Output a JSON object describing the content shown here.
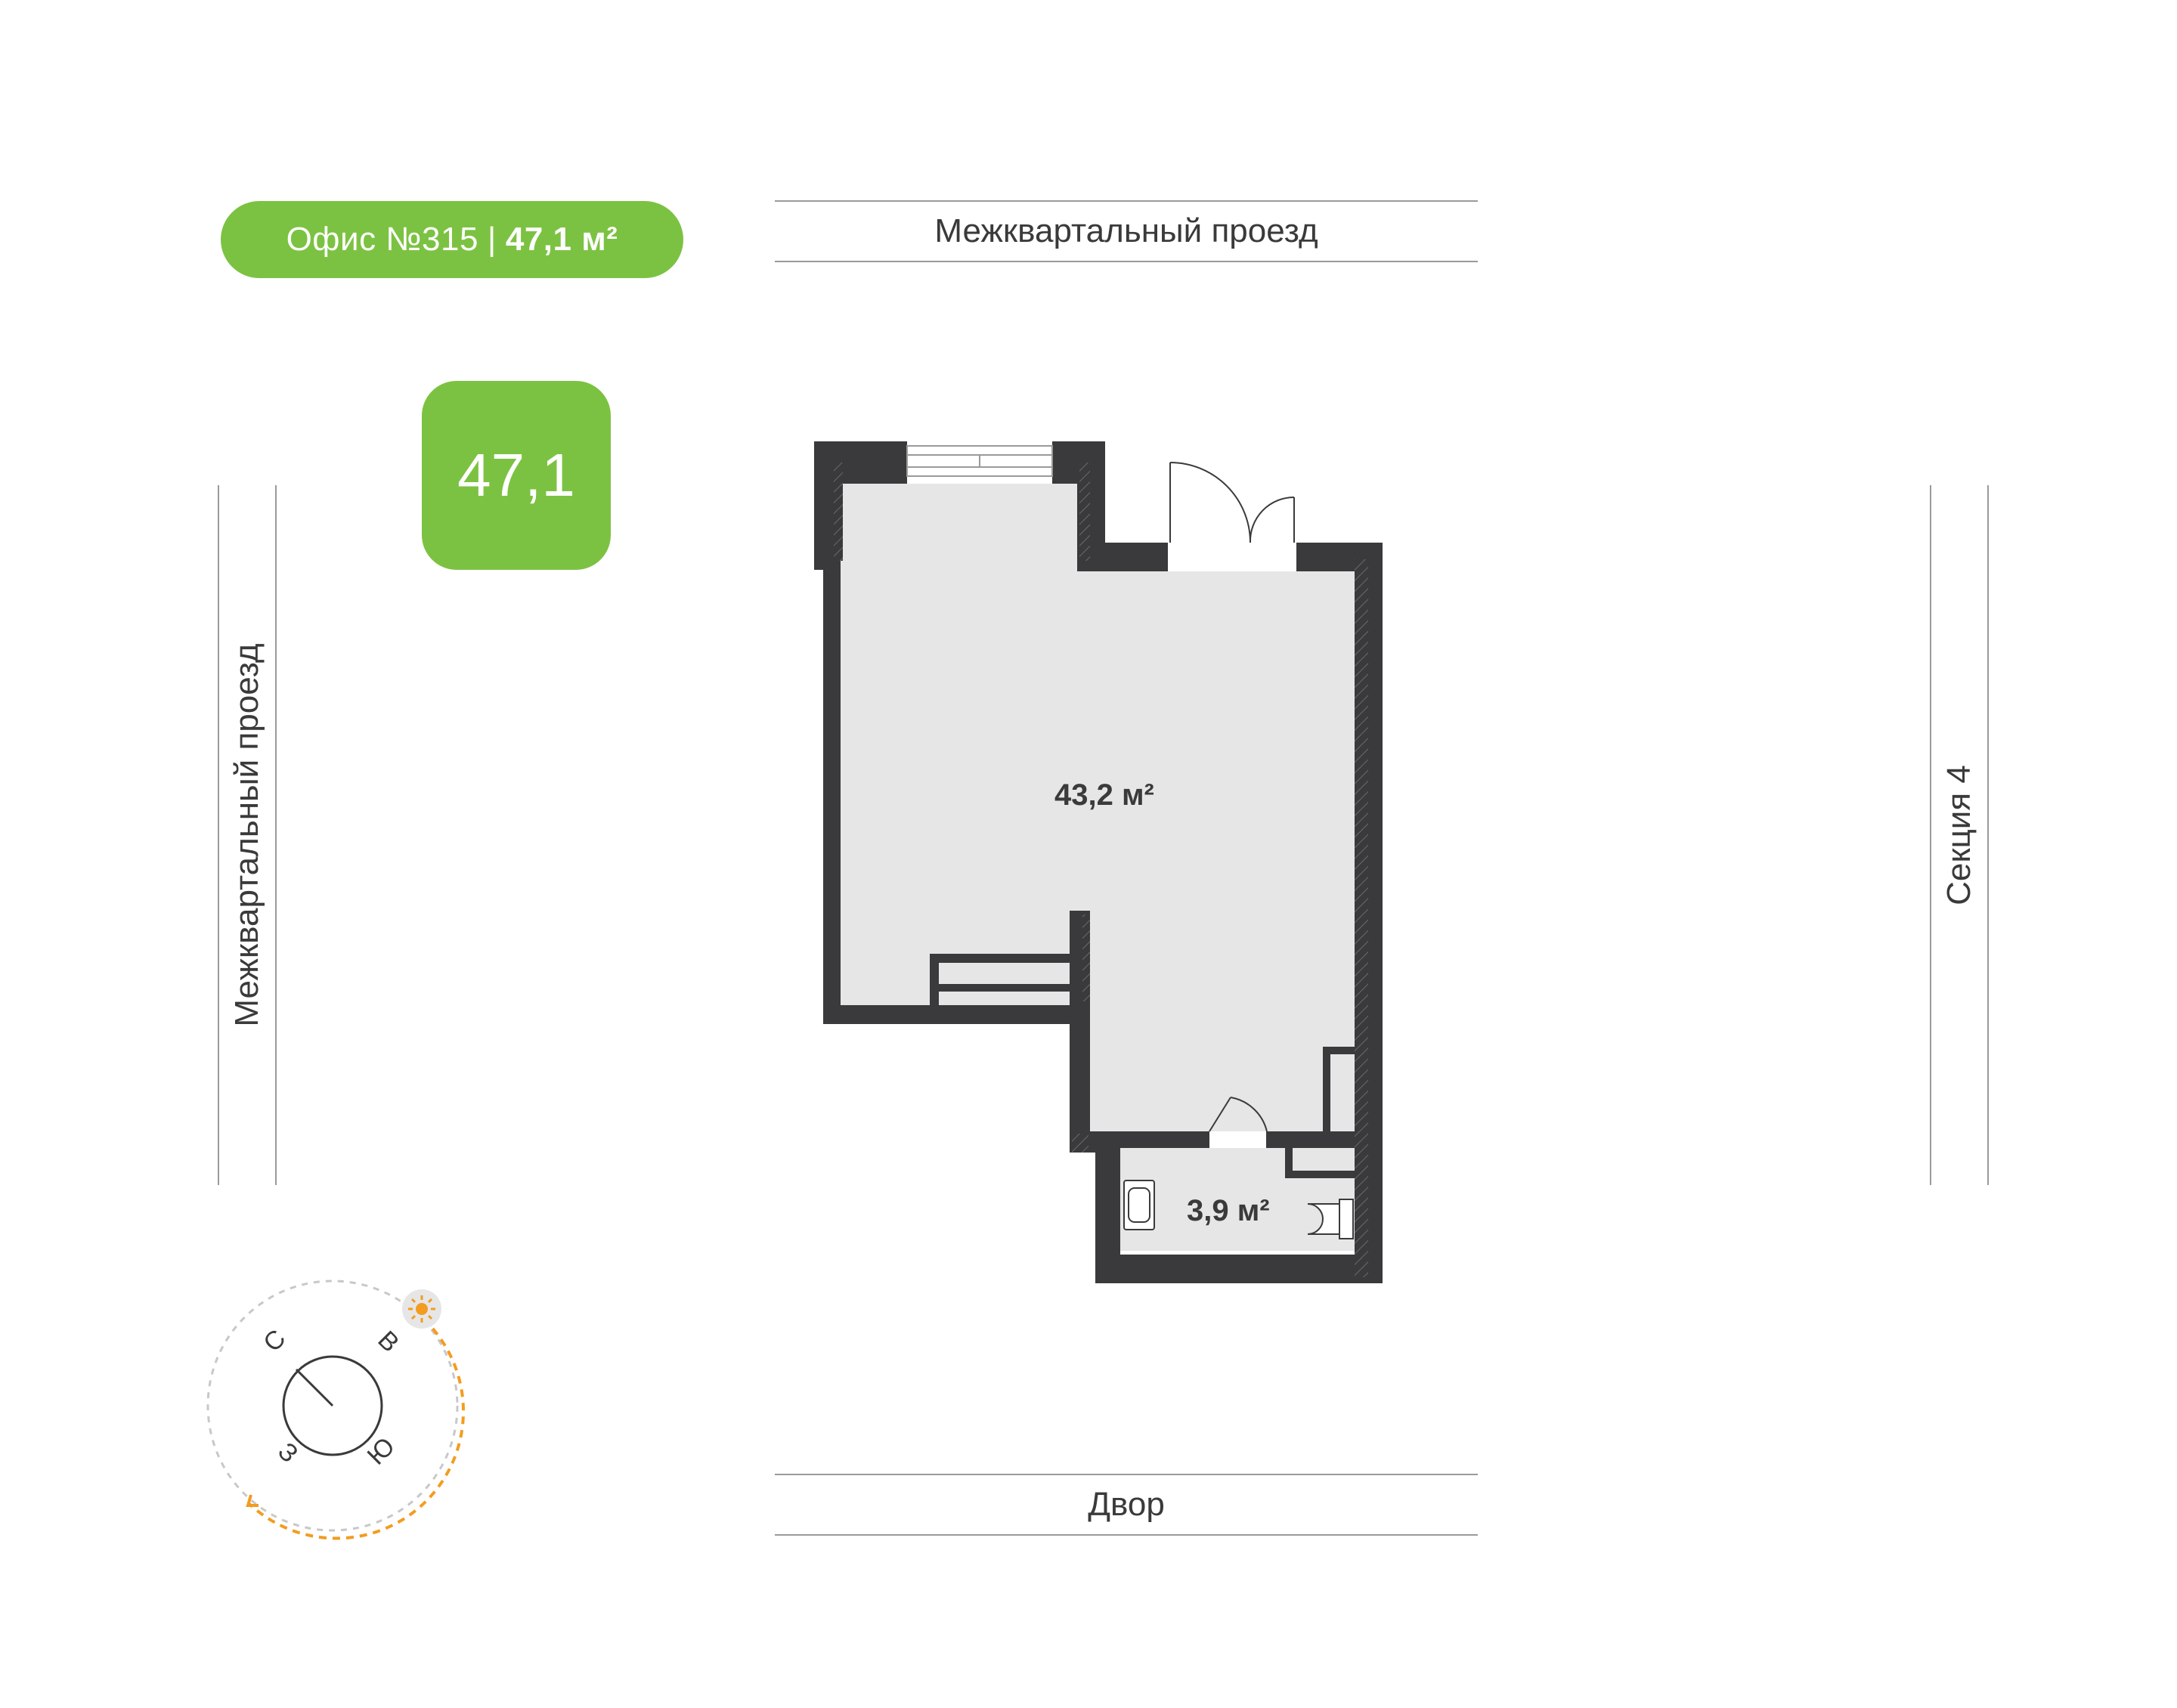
{
  "header": {
    "office": "Офис №315",
    "separator": "|",
    "total_area": "47,1 м²"
  },
  "area_badge": "47,1",
  "surroundings": {
    "top": "Межквартальный проезд",
    "left": "Межквартальный проезд",
    "right": "Секция 4",
    "bottom": "Двор"
  },
  "rooms": [
    {
      "area": "43,2 м²"
    },
    {
      "area": "3,9 м²"
    }
  ],
  "compass": {
    "north": "С",
    "east": "В",
    "south": "Ю",
    "west": "З"
  },
  "colors": {
    "accent": "#7cc242",
    "wall": "#3a3a3c",
    "floor": "#e6e6e7",
    "sun": "#f39c1f"
  }
}
